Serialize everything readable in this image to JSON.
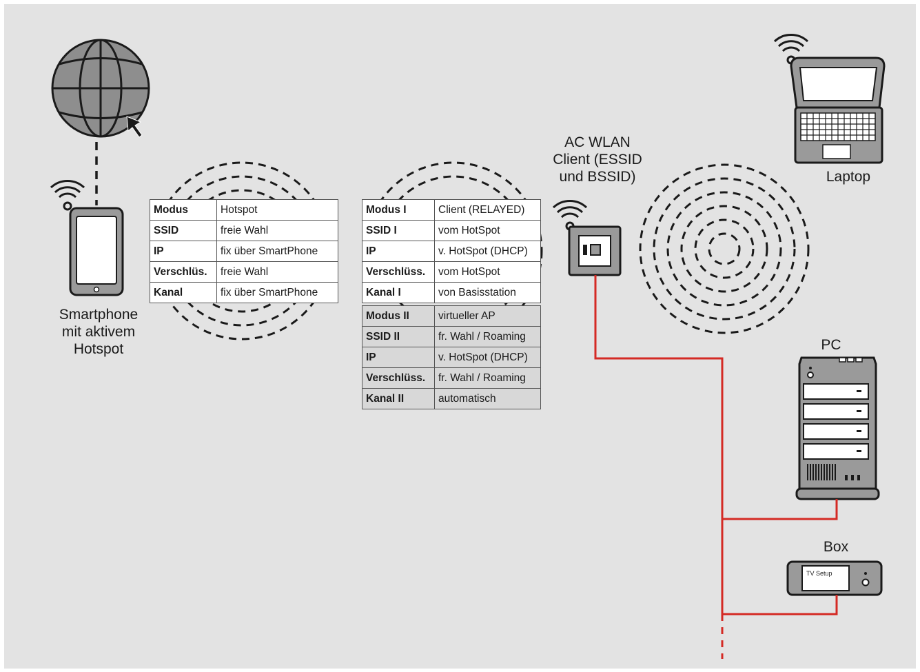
{
  "labels": {
    "smartphone": [
      "Smartphone",
      "mit aktivem",
      "Hotspot"
    ],
    "client": [
      "AC WLAN",
      "Client (ESSID",
      "und BSSID)"
    ],
    "laptop": "Laptop",
    "pc": "PC",
    "box": "Box",
    "box_screen": "TV Setup"
  },
  "hotspot_table": [
    {
      "key": "Modus",
      "value": "Hotspot"
    },
    {
      "key": "SSID",
      "value": "freie Wahl"
    },
    {
      "key": "IP",
      "value": "fix über SmartPhone"
    },
    {
      "key": "Verschlüs.",
      "value": "freie Wahl"
    },
    {
      "key": "Kanal",
      "value": "fix über SmartPhone"
    }
  ],
  "client_table_1": [
    {
      "key": "Modus I",
      "value": "Client (RELAYED)"
    },
    {
      "key": "SSID I",
      "value": "vom HotSpot"
    },
    {
      "key": "IP",
      "value": "v. HotSpot (DHCP)"
    },
    {
      "key": "Verschlüss.",
      "value": "vom HotSpot"
    },
    {
      "key": "Kanal I",
      "value": "von Basisstation"
    }
  ],
  "client_table_2": [
    {
      "key": "Modus II",
      "value": "virtueller AP"
    },
    {
      "key": "SSID II",
      "value": "fr. Wahl / Roaming"
    },
    {
      "key": "IP",
      "value": "v. HotSpot (DHCP)"
    },
    {
      "key": "Verschlüss.",
      "value": "fr. Wahl / Roaming"
    },
    {
      "key": "Kanal II",
      "value": "automatisch"
    }
  ],
  "colors": {
    "background": "#e3e3e3",
    "globe": "#8e8e8e",
    "cable": "#d42a24",
    "device_grey": "#9a9a9a"
  },
  "icons": [
    "globe-icon",
    "cursor-icon",
    "wifi-icon",
    "smartphone-icon",
    "laptop-icon",
    "pc-tower-icon",
    "settop-box-icon",
    "wall-access-point-icon"
  ]
}
